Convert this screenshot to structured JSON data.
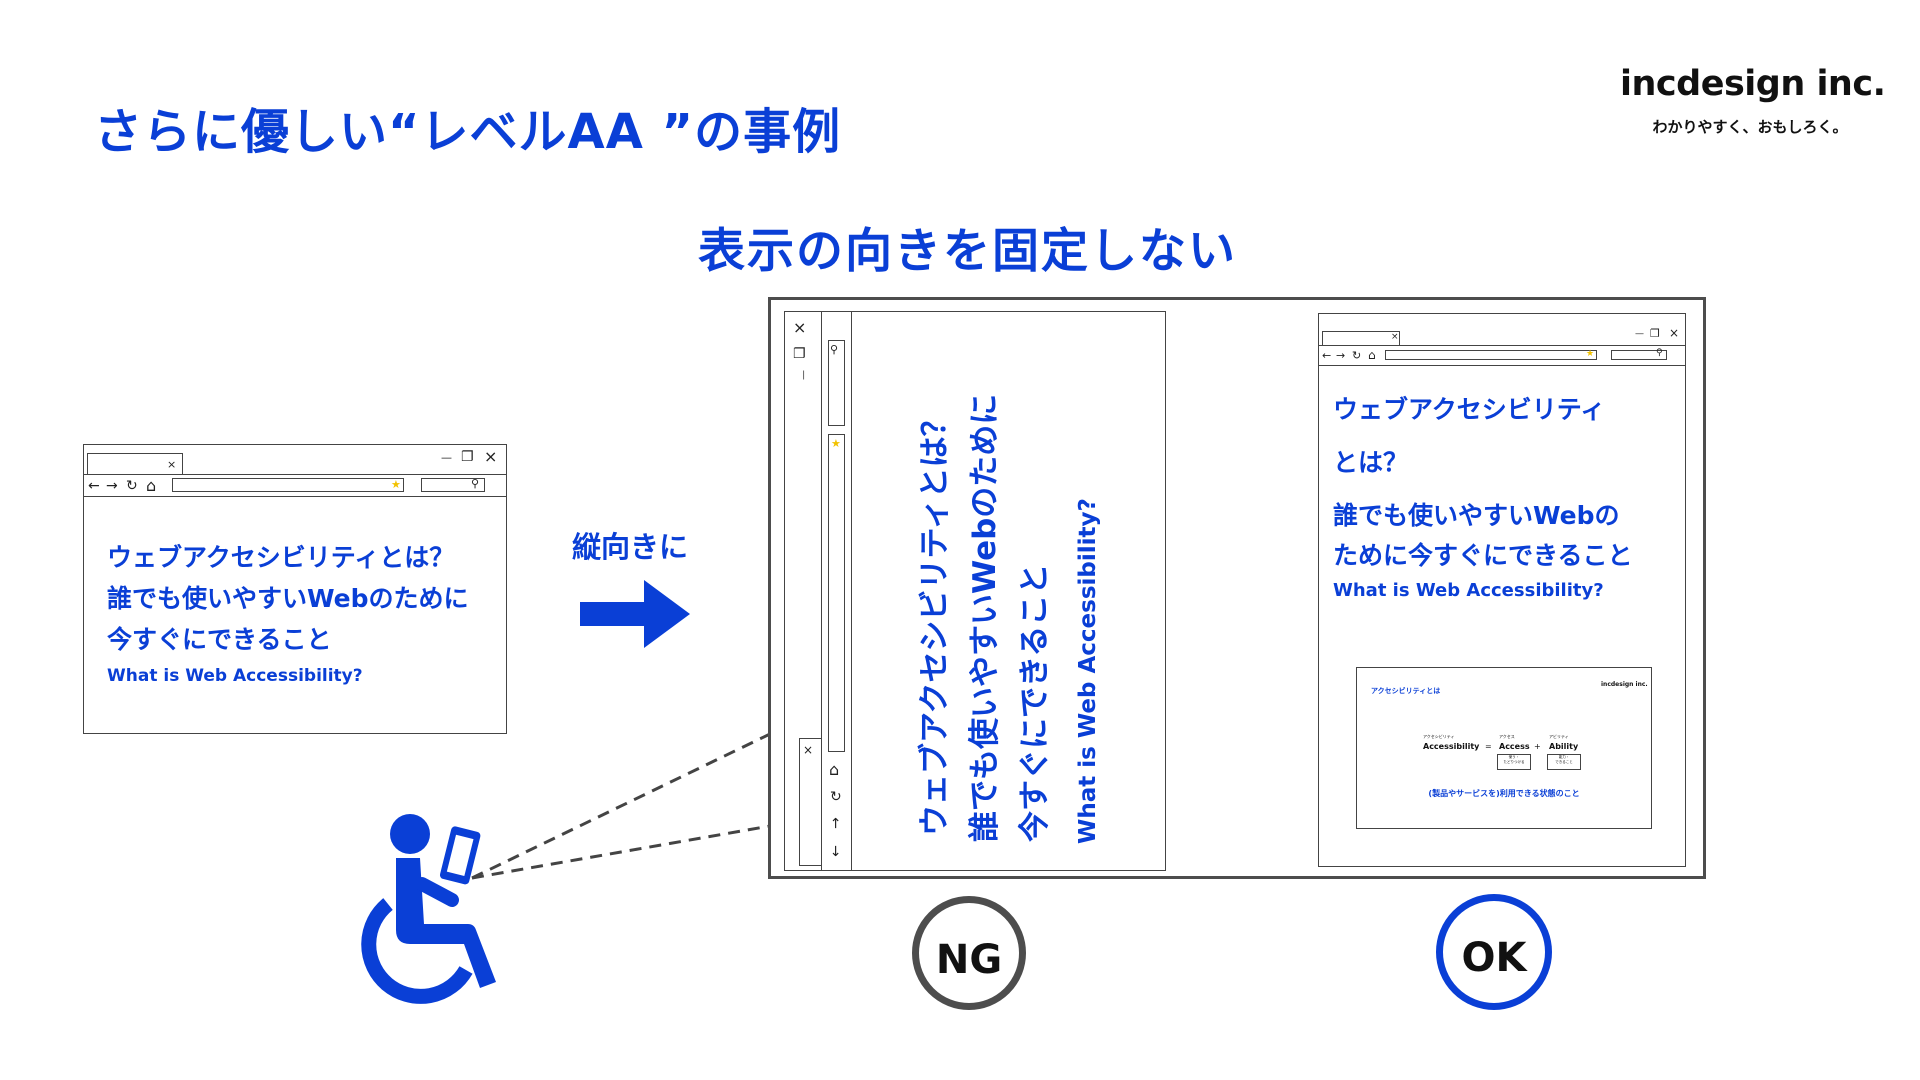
{
  "header": {
    "title": "さらに優しい“レベルAA ”の事例",
    "subtitle": "表示の向きを固定しない"
  },
  "brand": {
    "name": "incdesign inc.",
    "tagline": "わかりやすく、おもしろく。"
  },
  "arrow_label": "縦向きに",
  "content": {
    "line1": "ウェブアクセシビリティとは？",
    "line2": "誰でも使いやすいWebのために",
    "line3": "今すぐにできること",
    "english": "What is Web Accessibility?"
  },
  "ng_panel": {
    "line1": "ウェブアクセシビリティとは？",
    "line2": "誰でも使いやすいWebのために",
    "line3": "今すぐにできること",
    "english": "What is Web Accessibility?",
    "badge": "NG"
  },
  "ok_panel": {
    "line1": "ウェブアクセシビリティ",
    "line2": "とは？",
    "line3": "誰でも使いやすいWebの",
    "line4": "ために今すぐにできること",
    "english": "What is Web Accessibility?",
    "badge": "OK",
    "slide": {
      "title": "アクセシビリティとは",
      "brand": "incdesign inc.",
      "term1_ruby": "アクセシビリティ",
      "term1": "Accessibility",
      "equals": "=",
      "term2_ruby": "アクセス",
      "term2": "Access",
      "term2_note": "使う・\nたどりつける",
      "plus": "+",
      "term3_ruby": "アビリティ",
      "term3": "Ability",
      "term3_note": "能力・\nできること",
      "definition": "(製品やサービスを)利用できる状態のこと"
    }
  },
  "icons": {
    "close": "×",
    "maximize": "❐",
    "minimize": "—",
    "back": "←",
    "forward": "→",
    "reload": "↻",
    "home": "⌂",
    "star": "★",
    "search": "⚲"
  },
  "colors": {
    "accent": "#0a3fd6",
    "ng": "#4d4d4d",
    "dash": "#444444"
  }
}
